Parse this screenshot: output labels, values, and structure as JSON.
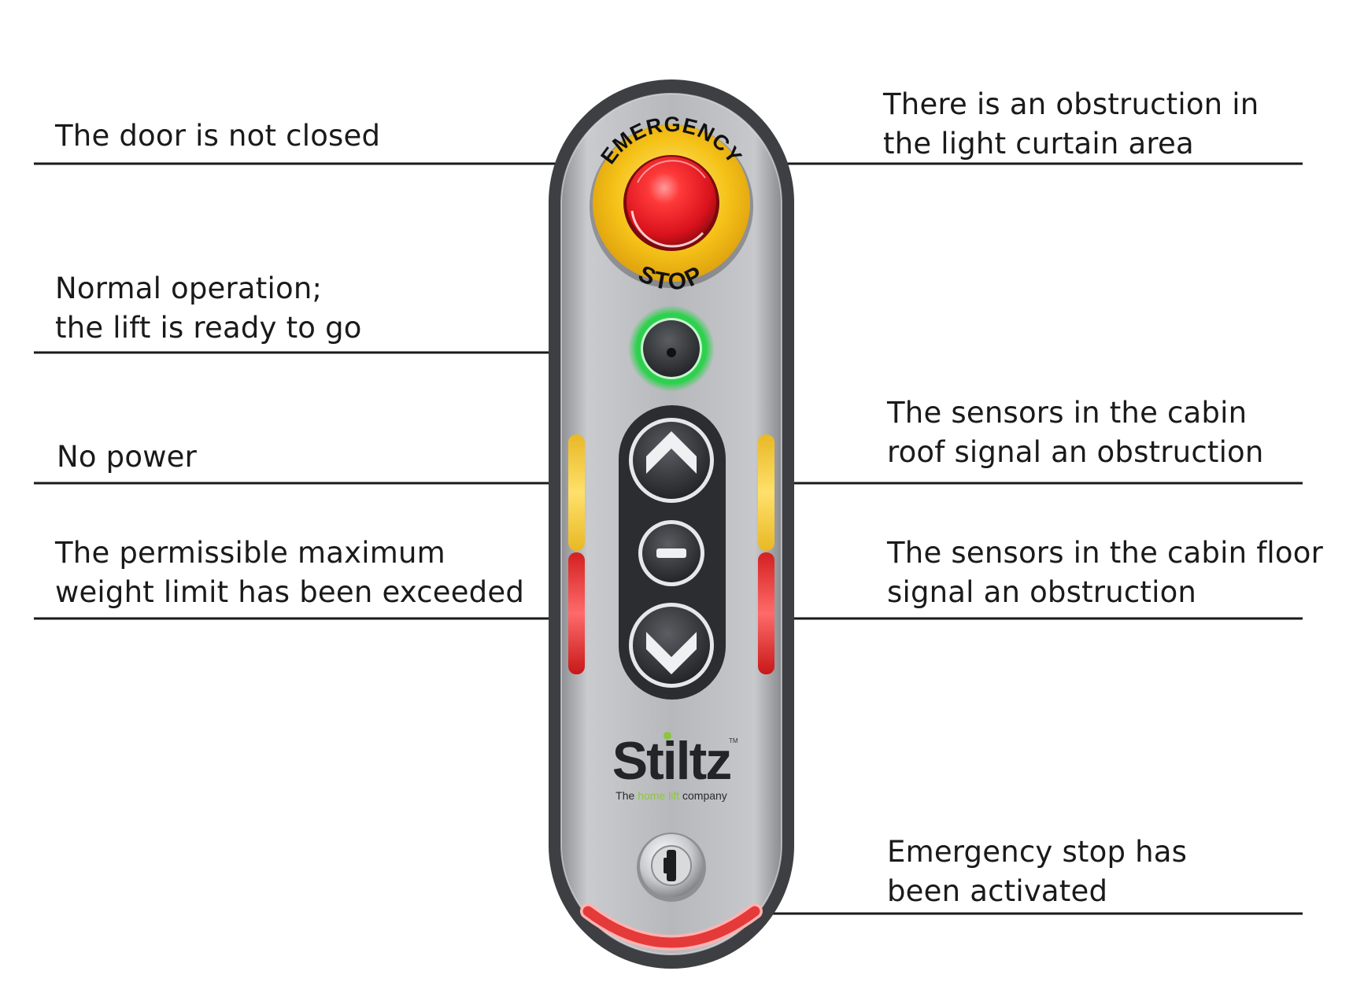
{
  "callouts": {
    "door_not_closed": [
      "The door is not closed"
    ],
    "light_curtain": [
      "There is an obstruction in",
      "the light curtain area"
    ],
    "normal_operation": [
      "Normal operation;",
      "the lift is ready to go"
    ],
    "no_power": [
      "No power"
    ],
    "roof_sensors": [
      "The sensors in the cabin",
      "roof signal an obstruction"
    ],
    "weight_limit": [
      "The permissible maximum",
      "weight limit has been exceeded"
    ],
    "floor_sensors": [
      "The sensors in the cabin floor",
      "signal an obstruction"
    ],
    "emergency_stop": [
      "Emergency stop has",
      "been activated"
    ]
  },
  "panel": {
    "estop_top_text": "EMERGENCY",
    "estop_bottom_text": "STOP",
    "brand": "Stiltz",
    "brand_tm": "TM",
    "tagline_the": "The ",
    "tagline_home_lift": "home lift",
    "tagline_company": " company",
    "icons": [
      "emergency-stop-icon",
      "ready-indicator-icon",
      "up-arrow-icon",
      "stop-dash-icon",
      "down-arrow-icon",
      "key-switch-icon"
    ]
  },
  "colors": {
    "estop_red": "#e8202a",
    "estop_yellow": "#f2bf1a",
    "ready_green": "#2ed14d",
    "amber_led": "#f5cf45",
    "red_led": "#e53a3a",
    "brand_green": "#8cc63f",
    "panel_silver": "#b9bbbe",
    "panel_rim": "#3d3f42"
  }
}
